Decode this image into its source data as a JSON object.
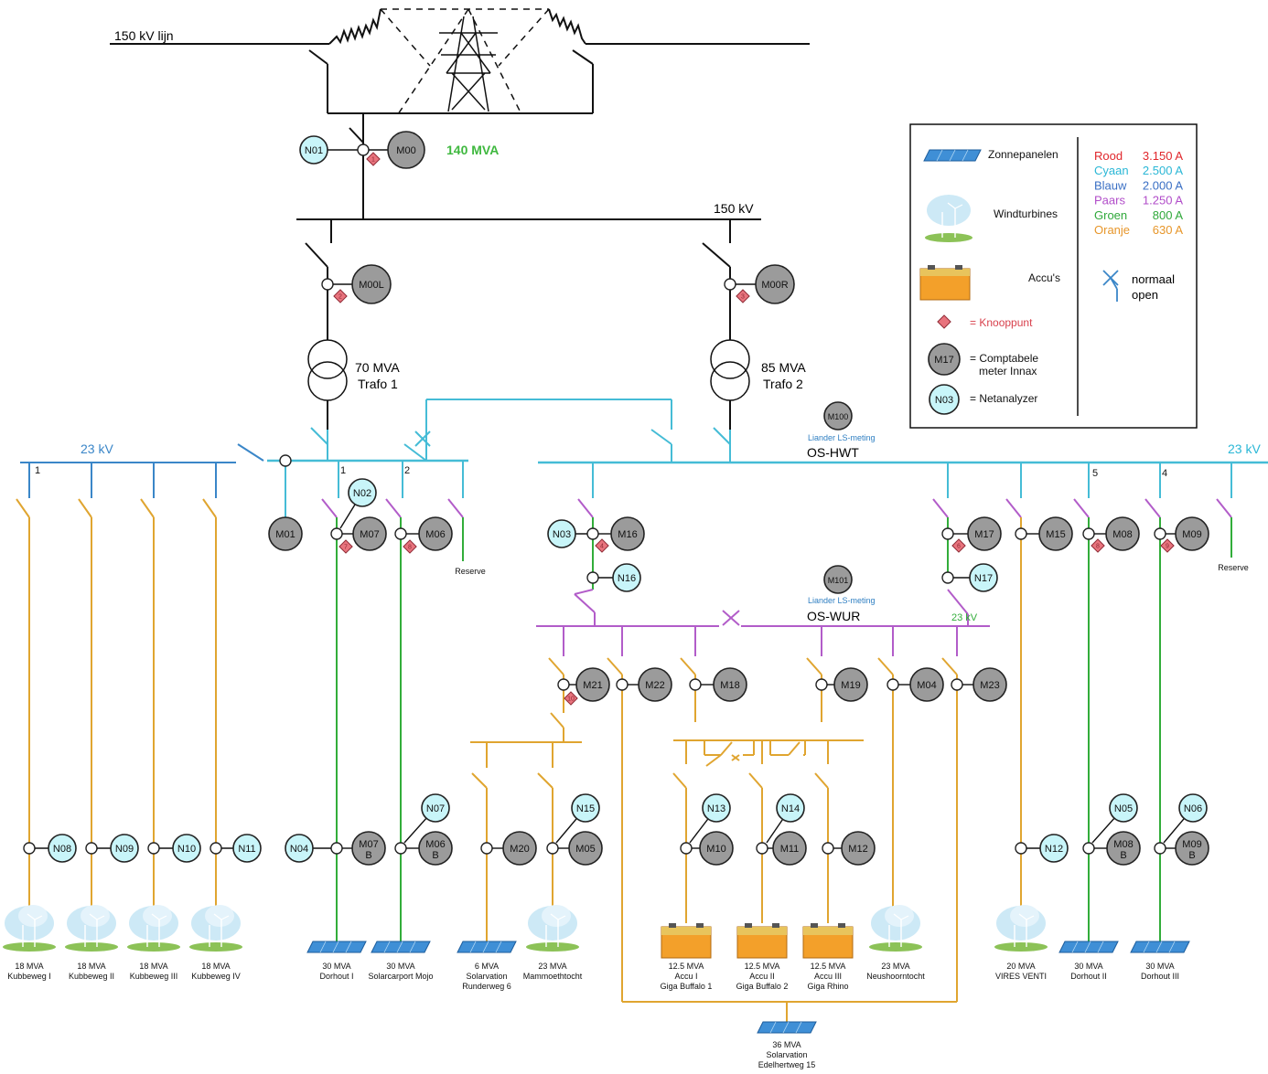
{
  "top": {
    "line_label": "150 kV lijn",
    "cap_label": "140 MVA",
    "bus150_label": "150 kV"
  },
  "transformers": [
    {
      "mva": "70 MVA",
      "name": "Trafo 1"
    },
    {
      "mva": "85 MVA",
      "name": "Trafo 2"
    }
  ],
  "buses": {
    "left23_label": "23 kV",
    "right23_label": "23 kV",
    "os_hwt_label": "OS-HWT",
    "liander_hwt_label": "Liander LS-meting",
    "os_wur_label": "OS-WUR",
    "liander_wur_label": "Liander LS-meting",
    "wur23_label": "23 kV"
  },
  "feeder_numbers": [
    "1",
    "1",
    "2",
    "5",
    "4"
  ],
  "reserve_labels": [
    "Reserve",
    "Reserve"
  ],
  "knooppunt_numbers": [
    "1",
    "2",
    "3",
    "7",
    "8",
    "4",
    "6",
    "8",
    "9",
    "10"
  ],
  "meters": [
    "M00",
    "M00L",
    "M00R",
    "M100",
    "M01",
    "M07",
    "M06",
    "M16",
    "M17",
    "M15",
    "M08",
    "M09",
    "M101",
    "M21",
    "M22",
    "M18",
    "M19",
    "M04",
    "M23",
    "M07B",
    "M06B",
    "M20",
    "M05",
    "M10",
    "M11",
    "M12",
    "M08B",
    "M09B"
  ],
  "netanalyzers": [
    "N01",
    "N02",
    "N03",
    "N16",
    "N17",
    "N08",
    "N09",
    "N10",
    "N11",
    "N04",
    "N07",
    "N15",
    "N13",
    "N14",
    "N12",
    "N05",
    "N06"
  ],
  "sources": [
    {
      "type": "wind",
      "line1": "18 MVA",
      "line2": "Kubbeweg I",
      "line3": ""
    },
    {
      "type": "wind",
      "line1": "18 MVA",
      "line2": "Kubbeweg II",
      "line3": ""
    },
    {
      "type": "wind",
      "line1": "18 MVA",
      "line2": "Kubbeweg III",
      "line3": ""
    },
    {
      "type": "wind",
      "line1": "18 MVA",
      "line2": "Kubbeweg IV",
      "line3": ""
    },
    {
      "type": "solar",
      "line1": "30 MVA",
      "line2": "Dorhout I",
      "line3": ""
    },
    {
      "type": "solar",
      "line1": "30 MVA",
      "line2": "Solarcarport Mojo",
      "line3": ""
    },
    {
      "type": "solar",
      "line1": "6 MVA",
      "line2": "Solarvation",
      "line3": "Runderweg 6"
    },
    {
      "type": "wind",
      "line1": "23 MVA",
      "line2": "Mammoethtocht",
      "line3": ""
    },
    {
      "type": "battery",
      "line1": "12.5 MVA",
      "line2": "Accu I",
      "line3": "Giga Buffalo 1"
    },
    {
      "type": "battery",
      "line1": "12.5 MVA",
      "line2": "Accu II",
      "line3": "Giga Buffalo 2"
    },
    {
      "type": "battery",
      "line1": "12.5 MVA",
      "line2": "Accu III",
      "line3": "Giga Rhino"
    },
    {
      "type": "wind",
      "line1": "23 MVA",
      "line2": "Neushoorntocht",
      "line3": ""
    },
    {
      "type": "wind",
      "line1": "20 MVA",
      "line2": "VIRES VENTI",
      "line3": ""
    },
    {
      "type": "solar",
      "line1": "30 MVA",
      "line2": "Dorhout II",
      "line3": ""
    },
    {
      "type": "solar",
      "line1": "30 MVA",
      "line2": "Dorhout III",
      "line3": ""
    },
    {
      "type": "solar",
      "line1": "36 MVA",
      "line2": "Solarvation",
      "line3": "Edelhertweg 15"
    }
  ],
  "legend": {
    "items": [
      {
        "icon": "solar-panel-icon",
        "label": "Zonnepanelen"
      },
      {
        "icon": "wind-turbine-icon",
        "label": "Windturbines"
      },
      {
        "icon": "battery-icon",
        "label": "Accu's"
      },
      {
        "icon": "knooppunt-icon",
        "label": "= Knooppunt"
      },
      {
        "icon": "meter-icon",
        "symbol": "M17",
        "label1": "= Comptabele",
        "label2": "meter Innax"
      },
      {
        "icon": "netanalyzer-icon",
        "symbol": "N03",
        "label": "= Netanalyzer"
      }
    ],
    "currents": [
      {
        "name": "Rood",
        "value": "3.150 A",
        "color": "#e0262b"
      },
      {
        "name": "Cyaan",
        "value": "2.500 A",
        "color": "#2ab7d6"
      },
      {
        "name": "Blauw",
        "value": "2.000 A",
        "color": "#3a6fc4"
      },
      {
        "name": "Paars",
        "value": "1.250 A",
        "color": "#b14dc9"
      },
      {
        "name": "Groen",
        "value": "800 A",
        "color": "#2fa83a"
      },
      {
        "name": "Oranje",
        "value": "630 A",
        "color": "#e7962a"
      }
    ],
    "normally_open": {
      "label1": "normaal",
      "label2": "open"
    }
  },
  "colors": {
    "blue": "#3a86c8",
    "cyan": "#45bcd6",
    "purple": "#b25cc9",
    "green": "#32ad3a",
    "orange": "#e0a530",
    "capacity_green": "#3fb83f"
  }
}
